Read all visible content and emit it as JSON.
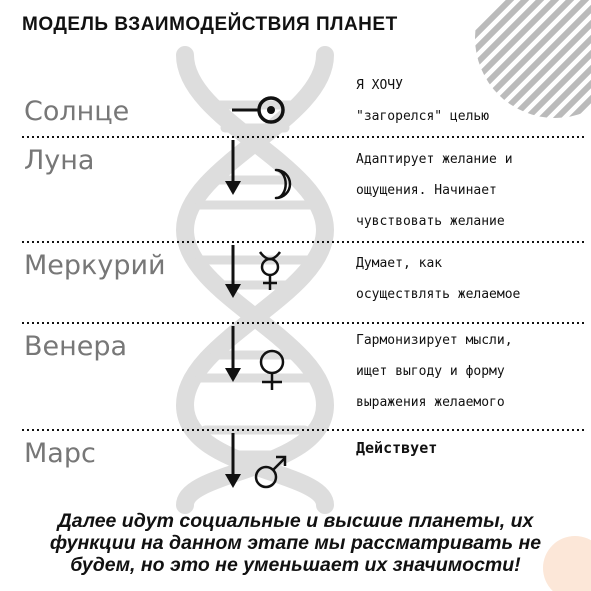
{
  "title": "МОДЕЛЬ ВЗАИМОДЕЙСТВИЯ ПЛАНЕТ",
  "planets": [
    {
      "name": "Солнце",
      "symbol": "☉",
      "desc": [
        "Я ХОЧУ",
        "\"загорелся\" целью"
      ]
    },
    {
      "name": "Луна",
      "symbol": "☽",
      "desc": [
        "Адаптирует желание и",
        "ощущения. Начинает",
        "чувствовать желание"
      ]
    },
    {
      "name": "Меркурий",
      "symbol": "☿",
      "desc": [
        "Думает, как",
        "осуществлять желаемое"
      ]
    },
    {
      "name": "Венера",
      "symbol": "♀",
      "desc": [
        "Гармонизирует мысли,",
        "ищет выгоду и форму",
        "выражения желаемого"
      ]
    },
    {
      "name": "Марс",
      "symbol": "♂",
      "desc": [
        "Действует"
      ]
    }
  ],
  "footer": [
    "Далее идут социальные и высшие планеты, их",
    "функции на данном этапе мы рассматривать не",
    "будем, но это не уменьшает их значимости!"
  ],
  "colors": {
    "helix": "#dddddd",
    "stripes": "#bbbbbb",
    "peach": "#fce7d8",
    "text": "#111111",
    "planet_name": "#777777"
  }
}
